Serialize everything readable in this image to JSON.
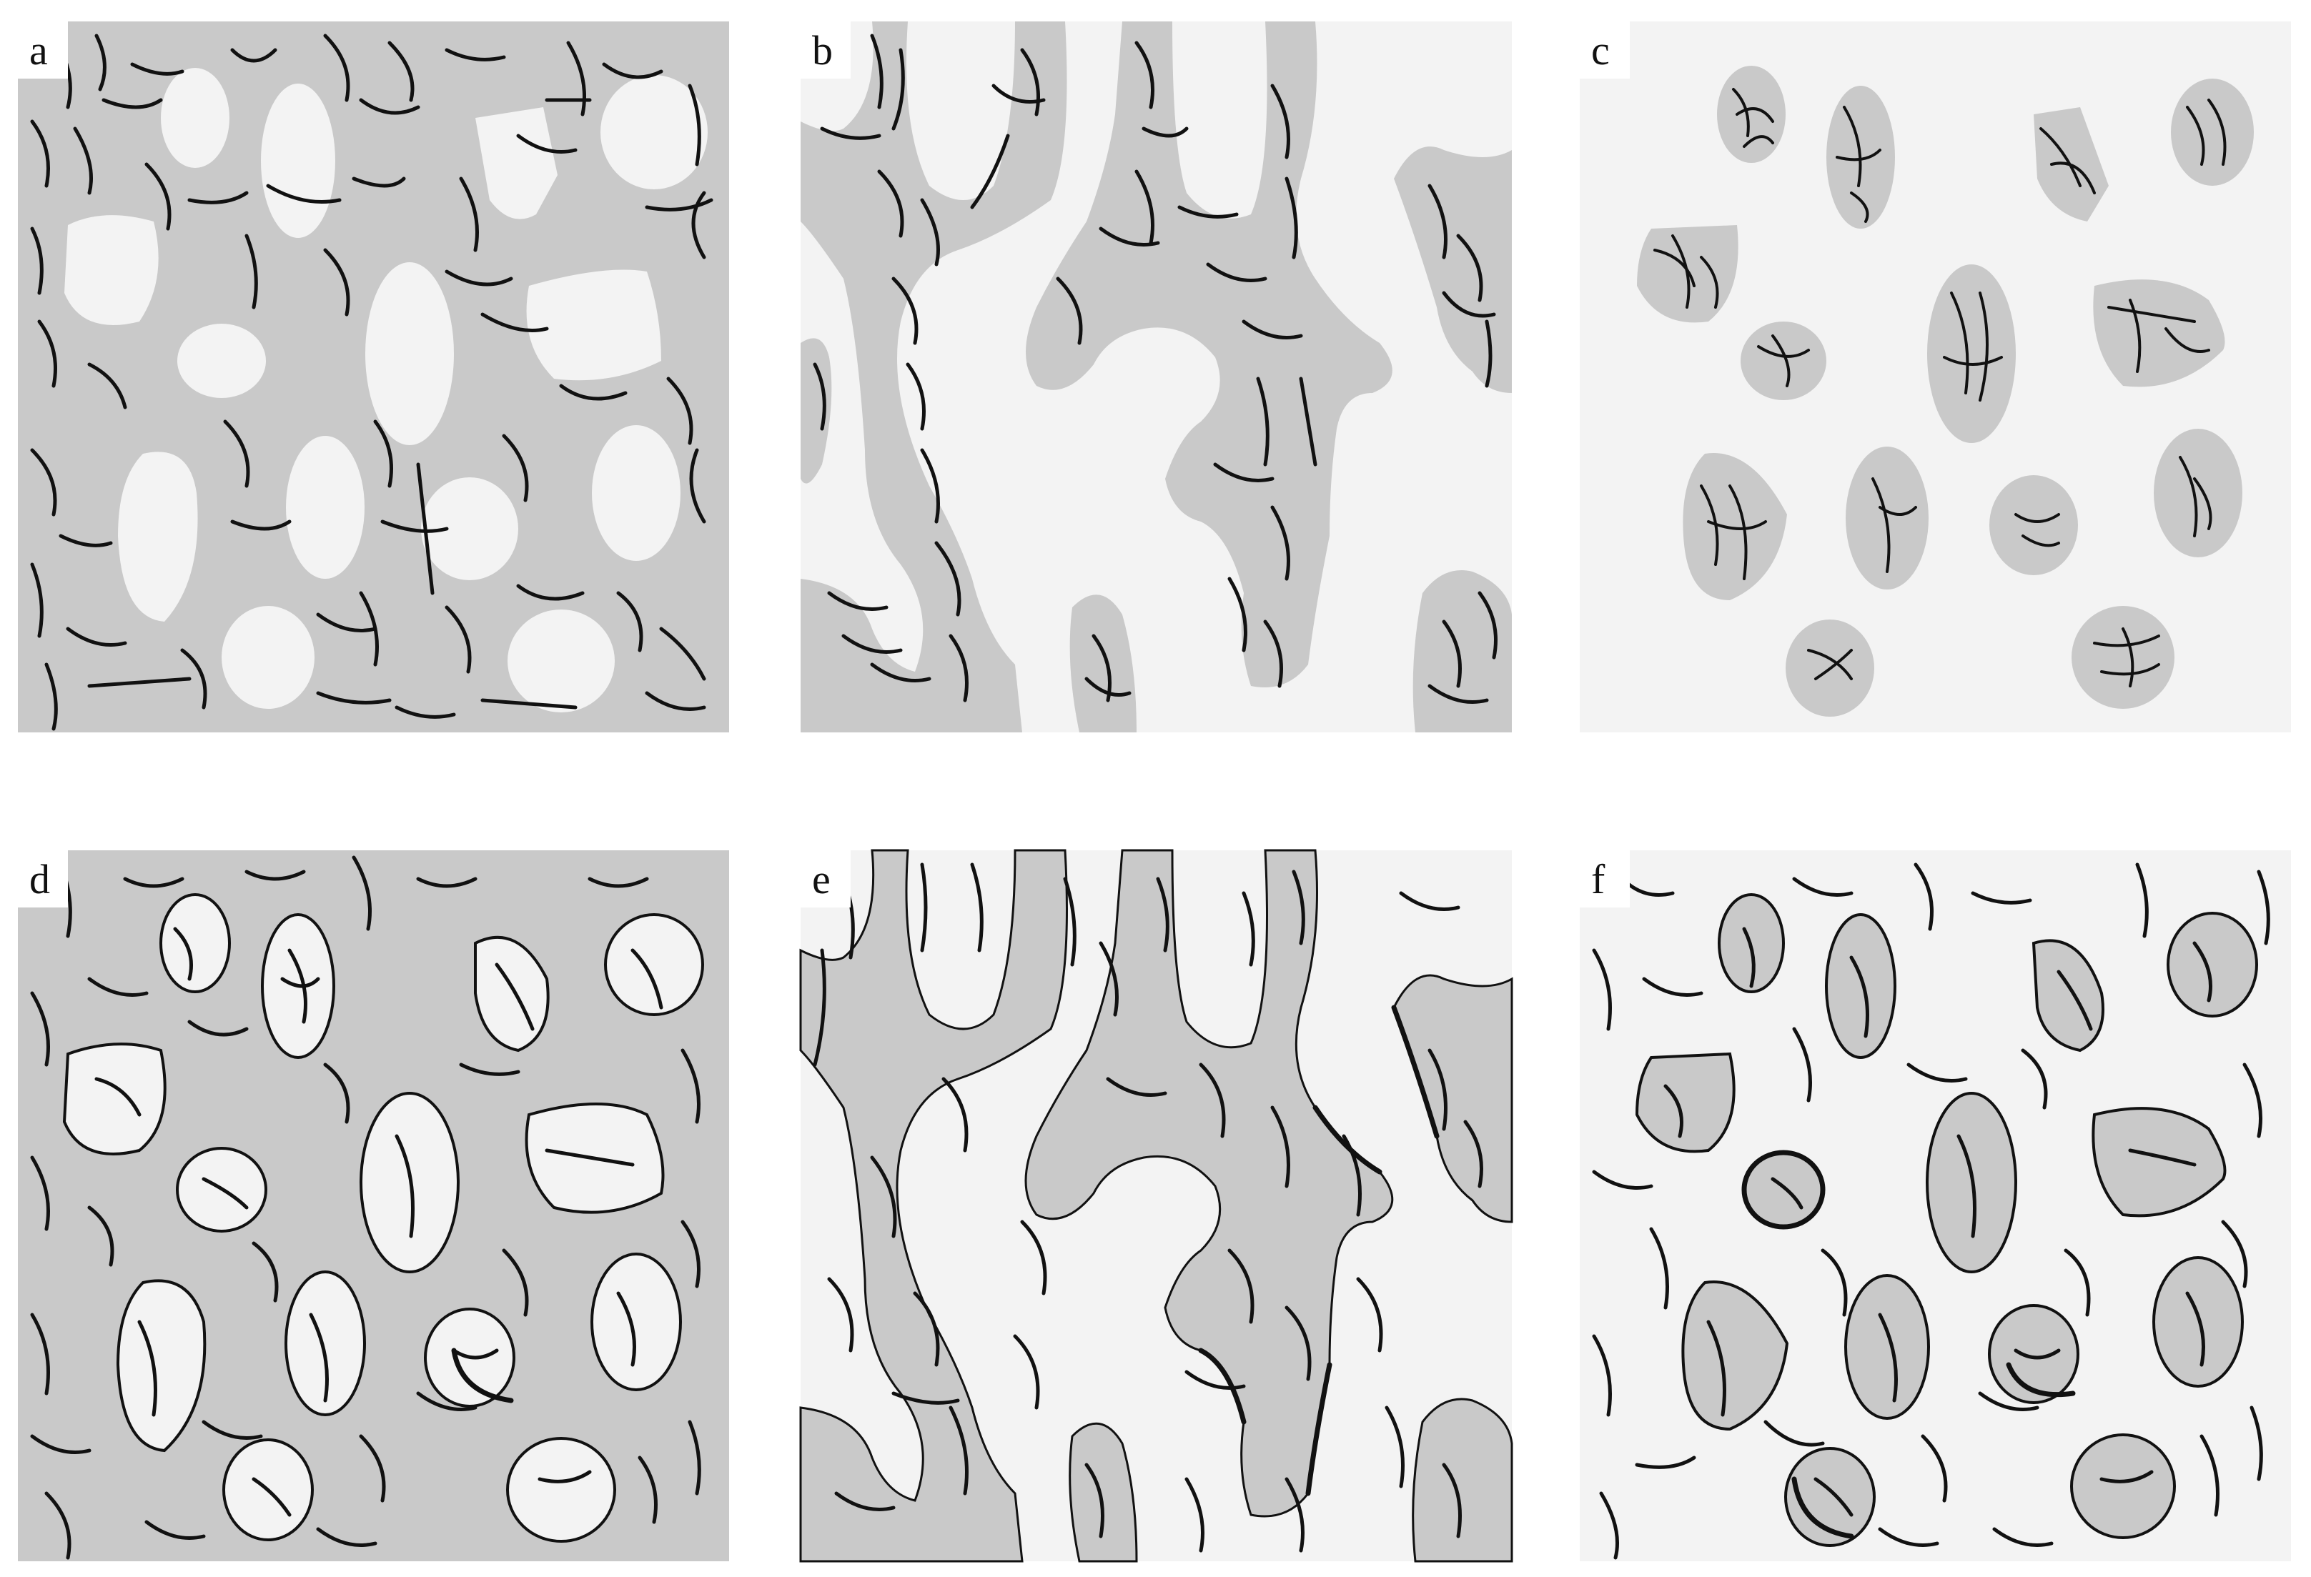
{
  "figure": {
    "colors": {
      "matrix_gray": "#c9c9c9",
      "light_phase": "#f3f3f3",
      "fiber": "#111111",
      "label_bg": "#ffffff"
    },
    "panels": [
      {
        "id": "a",
        "label": "a"
      },
      {
        "id": "b",
        "label": "b"
      },
      {
        "id": "c",
        "label": "c"
      },
      {
        "id": "d",
        "label": "d"
      },
      {
        "id": "e",
        "label": "e"
      },
      {
        "id": "f",
        "label": "f"
      }
    ]
  }
}
